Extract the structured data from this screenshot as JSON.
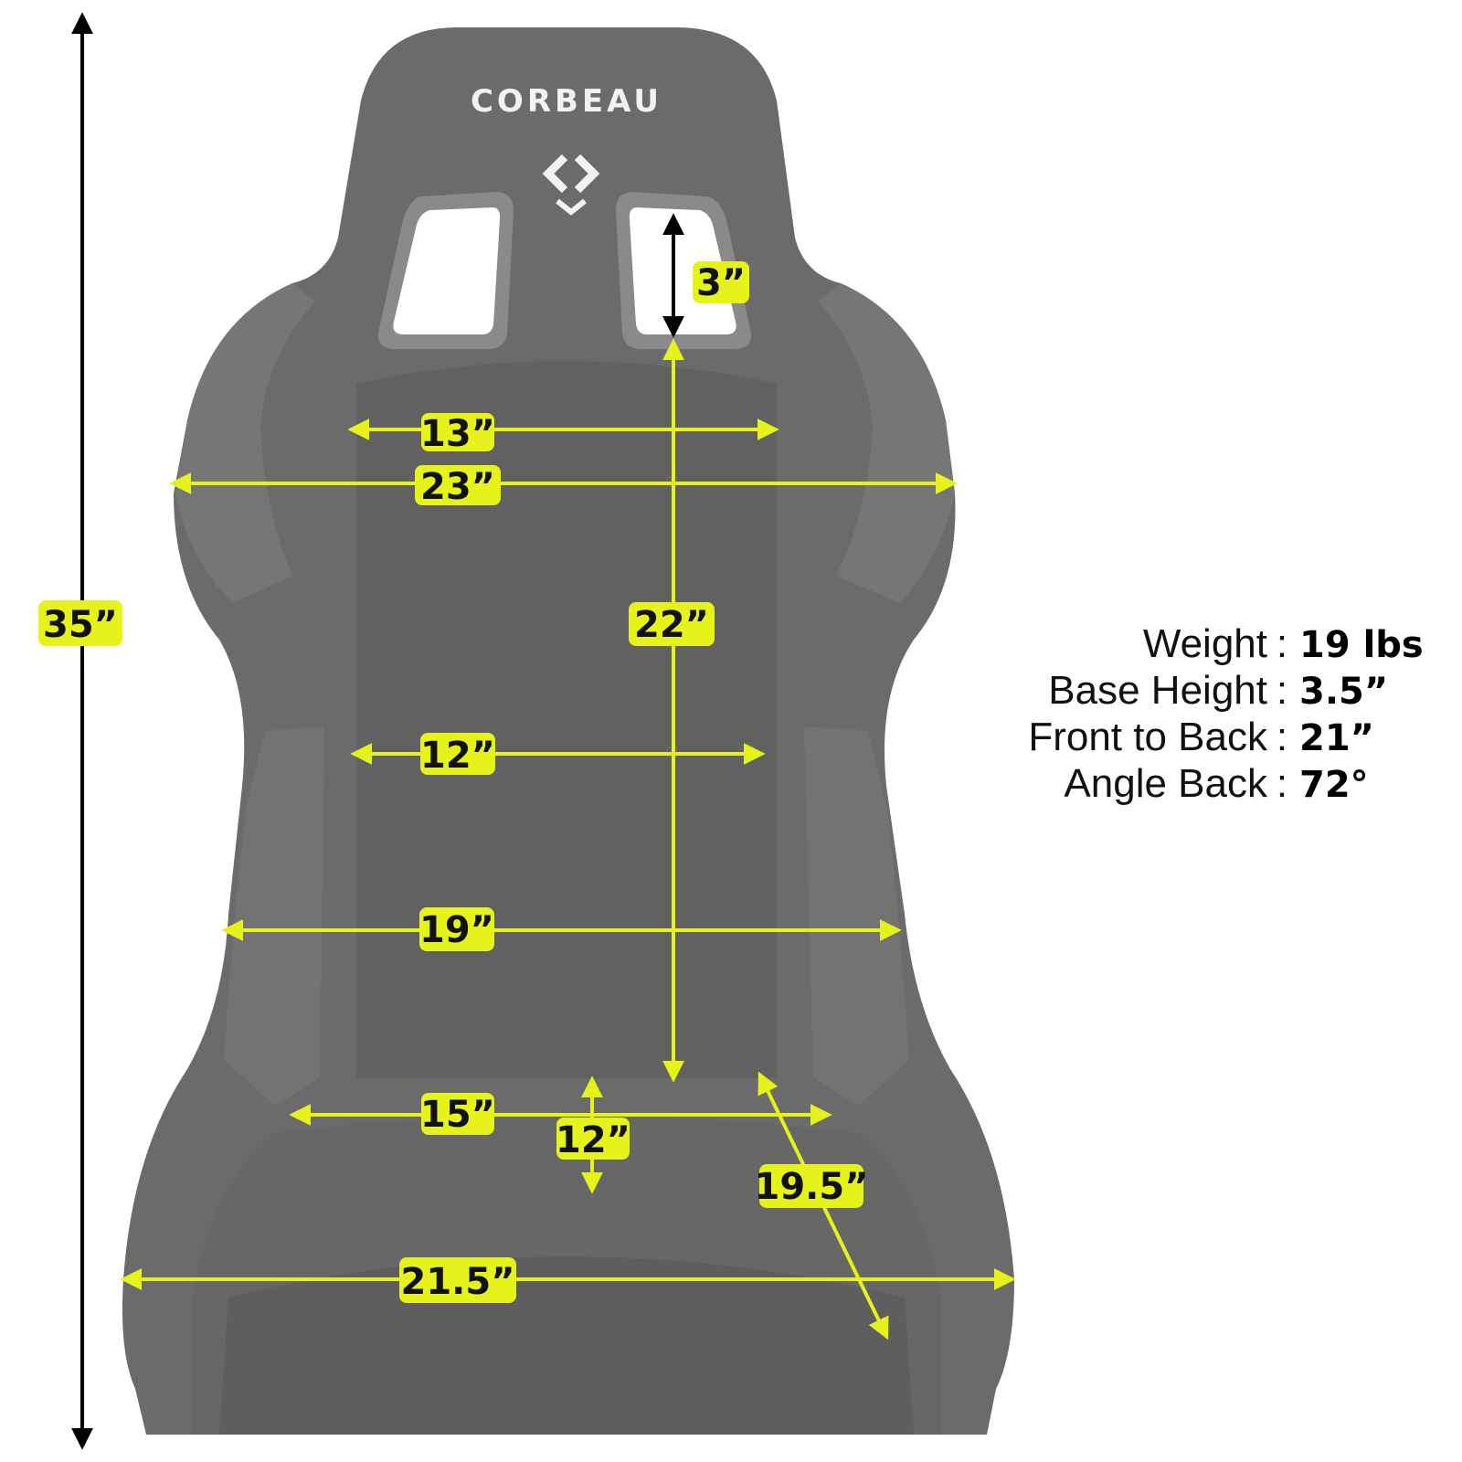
{
  "brand": {
    "name": "CORBEAU"
  },
  "colors": {
    "accent": "#e6f31b",
    "seat_body": "#6b6b6b",
    "seat_dark": "#5e5e5e",
    "seat_panel": "#767676",
    "arrow_black": "#000000"
  },
  "dimensions": {
    "overall_height": "35”",
    "harness_slot": "3”",
    "upper_back_width": "13”",
    "shoulder_width": "23”",
    "back_height": "22”",
    "mid_back_width": "12”",
    "hip_width": "19”",
    "seat_width": "15”",
    "seat_gap": "12”",
    "cushion_depth": "19.5”",
    "base_width": "21.5”"
  },
  "specs": [
    {
      "label": "Weight",
      "value": "19 lbs"
    },
    {
      "label": "Base Height",
      "value": "3.5”"
    },
    {
      "label": "Front to Back",
      "value": "21”"
    },
    {
      "label": "Angle Back",
      "value": "72°"
    }
  ],
  "icons": {
    "logo": "corbeau-diamond-icon"
  }
}
